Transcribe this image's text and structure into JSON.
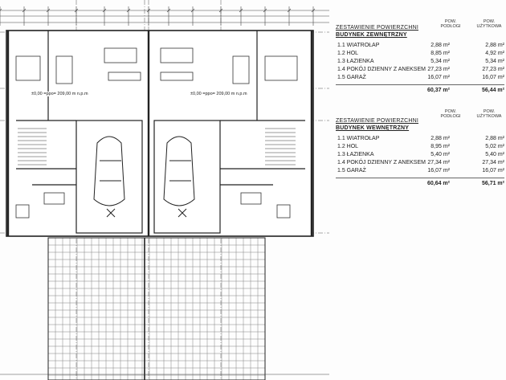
{
  "tables": [
    {
      "title_line1": "ZESTAWIENIE POWIERZCHNI",
      "title_line2": "BUDYNEK ZEWNĘTRZNY",
      "col_area_line1": "POW.",
      "col_area_line2": "PODŁOGI",
      "col_usable_line1": "POW.",
      "col_usable_line2": "UŻYTKOWA",
      "rows": [
        {
          "name": "1.1 WIATROŁAP",
          "area": "2,88 m²",
          "usable": "2,88 m²"
        },
        {
          "name": "1.2 HOL",
          "area": "8,85 m²",
          "usable": "4,92 m²"
        },
        {
          "name": "1.3 ŁAZIENKA",
          "area": "5,34 m²",
          "usable": "5,34 m²"
        },
        {
          "name": "1.4 POKÓJ DZIENNY Z ANEKSEM",
          "area": "27,23 m²",
          "usable": "27,23 m²"
        },
        {
          "name": "1.5 GARAŻ",
          "area": "16,07 m²",
          "usable": "16,07 m²"
        }
      ],
      "total_area": "60,37 m²",
      "total_usable": "56,44 m²"
    },
    {
      "title_line1": "ZESTAWIENIE POWIERZCHNI",
      "title_line2": "BUDYNEK WEWNĘTRZNY",
      "col_area_line1": "POW.",
      "col_area_line2": "PODŁOGI",
      "col_usable_line1": "POW.",
      "col_usable_line2": "UŻYTKOWA",
      "rows": [
        {
          "name": "1.1 WIATROŁAP",
          "area": "2,88 m²",
          "usable": "2,88 m²"
        },
        {
          "name": "1.2 HOL",
          "area": "8,95 m²",
          "usable": "5,02 m²"
        },
        {
          "name": "1.3 ŁAZIENKA",
          "area": "5,40 m²",
          "usable": "5,40 m²"
        },
        {
          "name": "1.4 POKÓJ DZIENNY Z ANEKSEM",
          "area": "27,34 m²",
          "usable": "27,34 m²"
        },
        {
          "name": "1.5 GARAŻ",
          "area": "16,07 m²",
          "usable": "16,07 m²"
        }
      ],
      "total_area": "60,64 m²",
      "total_usable": "56,71 m²"
    }
  ],
  "plan": {
    "level_left": "±0,00 =ppo= 209,00 m n.p.m",
    "level_right": "±0,00 =ppo= 209,00 m n.p.m"
  },
  "colors": {
    "line": "#333333",
    "light": "#8a8a8a"
  }
}
